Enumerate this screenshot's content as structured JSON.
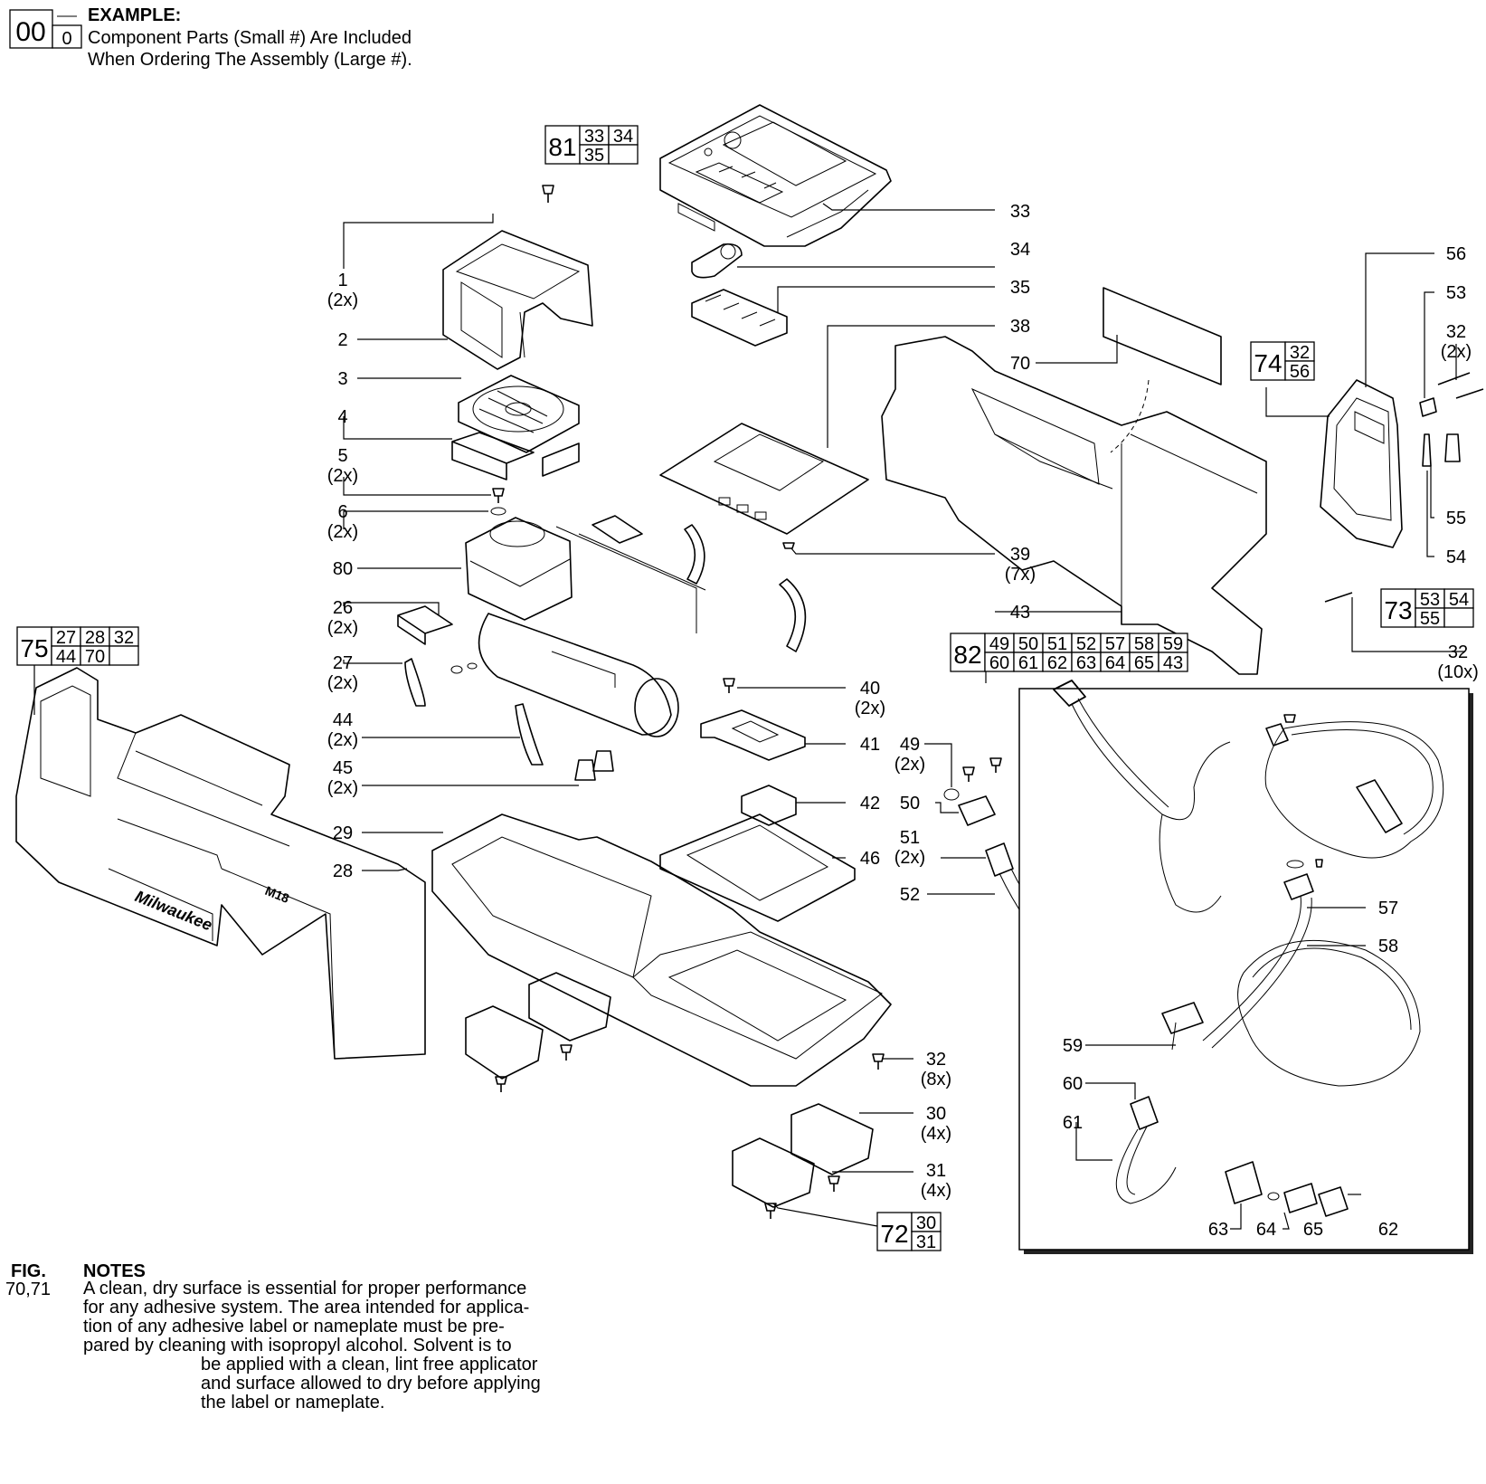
{
  "example": {
    "large_num": "00",
    "small_num": "0",
    "title": "EXAMPLE:",
    "line1": "Component Parts (Small #) Are Included",
    "line2": "When Ordering The Assembly (Large #)."
  },
  "notes": {
    "fig_heading": "FIG.",
    "fig_numbers": "70,71",
    "heading": "NOTES",
    "lines": [
      "A clean, dry surface is essential for proper performance",
      "for any adhesive system. The area intended for applica-",
      "tion of any adhesive label or nameplate must be pre-",
      "pared by cleaning with isopropyl alcohol. Solvent is to",
      "be applied with a clean, lint free applicator",
      "and surface allowed to dry before applying",
      "the label or nameplate."
    ]
  },
  "assemblies": [
    {
      "id": "81",
      "parts": [
        "33",
        "34",
        "35"
      ]
    },
    {
      "id": "74",
      "parts": [
        "32",
        "56"
      ]
    },
    {
      "id": "73",
      "parts": [
        "53",
        "54",
        "55"
      ]
    },
    {
      "id": "75",
      "parts": [
        "27",
        "28",
        "32",
        "44",
        "70"
      ]
    },
    {
      "id": "82",
      "parts": [
        "49",
        "50",
        "51",
        "52",
        "57",
        "58",
        "59",
        "60",
        "61",
        "62",
        "63",
        "64",
        "65",
        "43"
      ]
    },
    {
      "id": "72",
      "parts": [
        "30",
        "31"
      ]
    }
  ],
  "callouts": [
    {
      "num": "1",
      "qty": "(2x)"
    },
    {
      "num": "2",
      "qty": ""
    },
    {
      "num": "3",
      "qty": ""
    },
    {
      "num": "4",
      "qty": ""
    },
    {
      "num": "5",
      "qty": "(2x)"
    },
    {
      "num": "6",
      "qty": "(2x)"
    },
    {
      "num": "80",
      "qty": ""
    },
    {
      "num": "26",
      "qty": "(2x)"
    },
    {
      "num": "27",
      "qty": "(2x)"
    },
    {
      "num": "44",
      "qty": "(2x)"
    },
    {
      "num": "45",
      "qty": "(2x)"
    },
    {
      "num": "29",
      "qty": ""
    },
    {
      "num": "28",
      "qty": ""
    },
    {
      "num": "33",
      "qty": ""
    },
    {
      "num": "34",
      "qty": ""
    },
    {
      "num": "35",
      "qty": ""
    },
    {
      "num": "38",
      "qty": ""
    },
    {
      "num": "70",
      "qty": ""
    },
    {
      "num": "39",
      "qty": "(7x)"
    },
    {
      "num": "43",
      "qty": ""
    },
    {
      "num": "40",
      "qty": "(2x)"
    },
    {
      "num": "41",
      "qty": ""
    },
    {
      "num": "42",
      "qty": ""
    },
    {
      "num": "46",
      "qty": ""
    },
    {
      "num": "49",
      "qty": "(2x)"
    },
    {
      "num": "50",
      "qty": ""
    },
    {
      "num": "51",
      "qty": "(2x)"
    },
    {
      "num": "52",
      "qty": ""
    },
    {
      "num": "56",
      "qty": ""
    },
    {
      "num": "53",
      "qty": ""
    },
    {
      "num": "32",
      "qty": "(2x)"
    },
    {
      "num": "55",
      "qty": ""
    },
    {
      "num": "54",
      "qty": ""
    },
    {
      "num": "32",
      "qty": "(10x)"
    },
    {
      "num": "32",
      "qty": "(8x)"
    },
    {
      "num": "30",
      "qty": "(4x)"
    },
    {
      "num": "31",
      "qty": "(4x)"
    },
    {
      "num": "57",
      "qty": ""
    },
    {
      "num": "58",
      "qty": ""
    },
    {
      "num": "59",
      "qty": ""
    },
    {
      "num": "60",
      "qty": ""
    },
    {
      "num": "61",
      "qty": ""
    },
    {
      "num": "63",
      "qty": ""
    },
    {
      "num": "64",
      "qty": ""
    },
    {
      "num": "65",
      "qty": ""
    },
    {
      "num": "62",
      "qty": ""
    }
  ],
  "brand_marks": [
    "Milwaukee",
    "M18"
  ]
}
